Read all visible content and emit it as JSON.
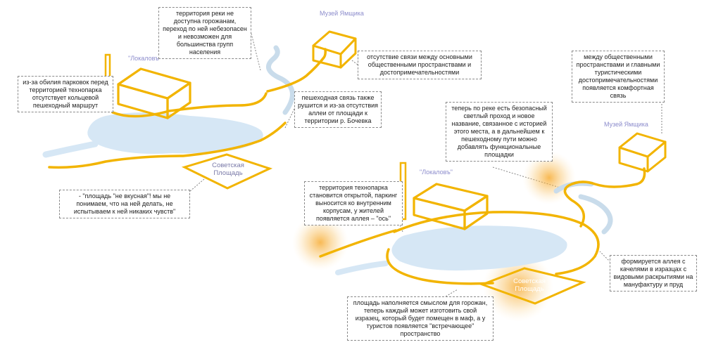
{
  "colors": {
    "path": "#f2b400",
    "water": "#d6e7f5",
    "river": "#b8cde0",
    "note_border": "#8a8a8a",
    "label": "#8c8ccc",
    "glow": "#f6a21a"
  },
  "notes": {
    "river_inaccessible": "территория реки не доступна горожанам, переход по ней небезопасен и невозможен для большинства групп населения",
    "parking": "из-за обилия парковок перед территорией технопарка отсутствует кольцевой пешеходный маршрут",
    "no_connection": "отсутствие связи между основными общественными пространствами и достопримечательностями",
    "pedestrian_broken": "пешеходная связь также рушится и из-за отсутствия аллеи от площади к территории р. Бочевка",
    "square_tasteless": "- \"площадь \"не вкусная\"! мы не понимаем, что на ней делать, не испытываем к ней никаких чувств\"",
    "comfortable_link": "между общественными пространствами и главными туристическими достопримечательностями появляется комфортная связь",
    "safe_passage": "теперь по реке есть безопасный светлый проход и новое название, связанное с историей этого места, а в дальнейшем к пешеходному пути можно добавлять функциональные площадки",
    "technopark_open": "территория технопарка становится открытой, паркинг выносится ко внутренним корпусам, у жителей появляется аллея – \"ось\"",
    "alley_swings": "формируется аллея с качелями в изразцах с видовыми раскрытиями на мануфактуру и пруд",
    "square_meaning": "площадь наполняется смыслом для горожан, теперь каждый может изготовить свой изразец, который будет помещен в маф, а у туристов появляется \"встречающее\" пространство"
  },
  "labels": {
    "museum": "Музей Ямщика",
    "lokalov": "\"Локаловъ\"",
    "square": "Советская Площадь"
  }
}
